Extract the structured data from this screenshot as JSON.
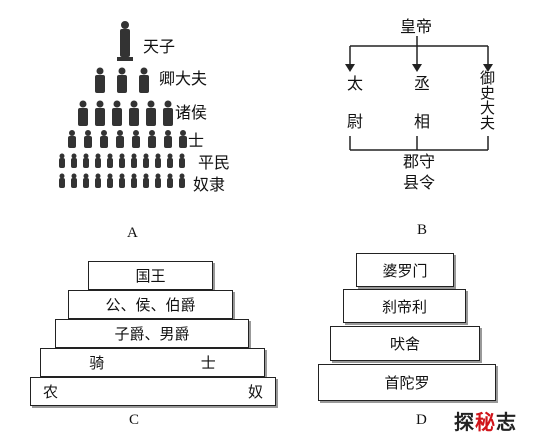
{
  "panel_a": {
    "levels": [
      "天子",
      "卿大夫",
      "诸侯",
      "士",
      "平民",
      "奴隶"
    ],
    "letter": "A"
  },
  "panel_b": {
    "top": "皇帝",
    "branches": [
      "太尉",
      "丞相",
      "御史大夫"
    ],
    "bottom_1": "郡守",
    "bottom_2": "县令",
    "letter": "B"
  },
  "panel_c": {
    "tiers": [
      "国王",
      "公、侯、伯爵",
      "子爵、男爵",
      "骑",
      "士"
    ],
    "base_left": "农",
    "base_right": "奴",
    "letter": "C"
  },
  "panel_d": {
    "tiers": [
      "婆罗门",
      "刹帝利",
      "吠舍",
      "首陀罗"
    ],
    "letter": "D"
  },
  "watermark": {
    "part1": "探",
    "part2": "秘",
    "part3": "志"
  }
}
